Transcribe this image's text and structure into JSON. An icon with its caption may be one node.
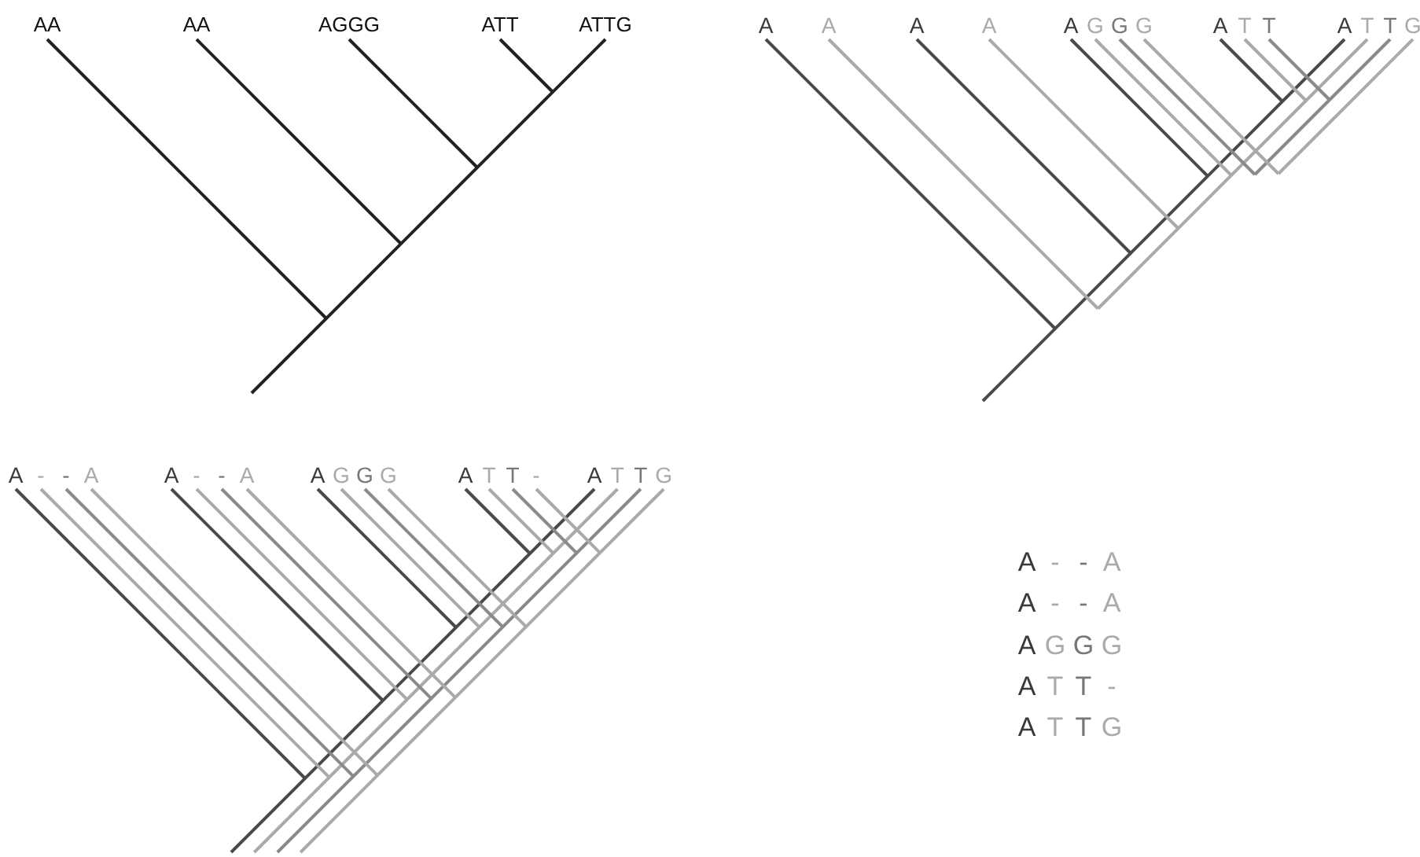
{
  "diagram": {
    "labels": [
      "AA",
      "AA",
      "AGGG",
      "ATT",
      "ATTG",
      "A",
      "A",
      "A",
      "A",
      "A G G G",
      "A T T",
      "A T T G",
      "A - - A",
      "A - - A",
      "A G G G",
      "A T T -",
      "A T T G",
      "A - - A",
      "A - - A",
      "A G G G",
      "A T T -",
      "A T T G"
    ]
  }
}
